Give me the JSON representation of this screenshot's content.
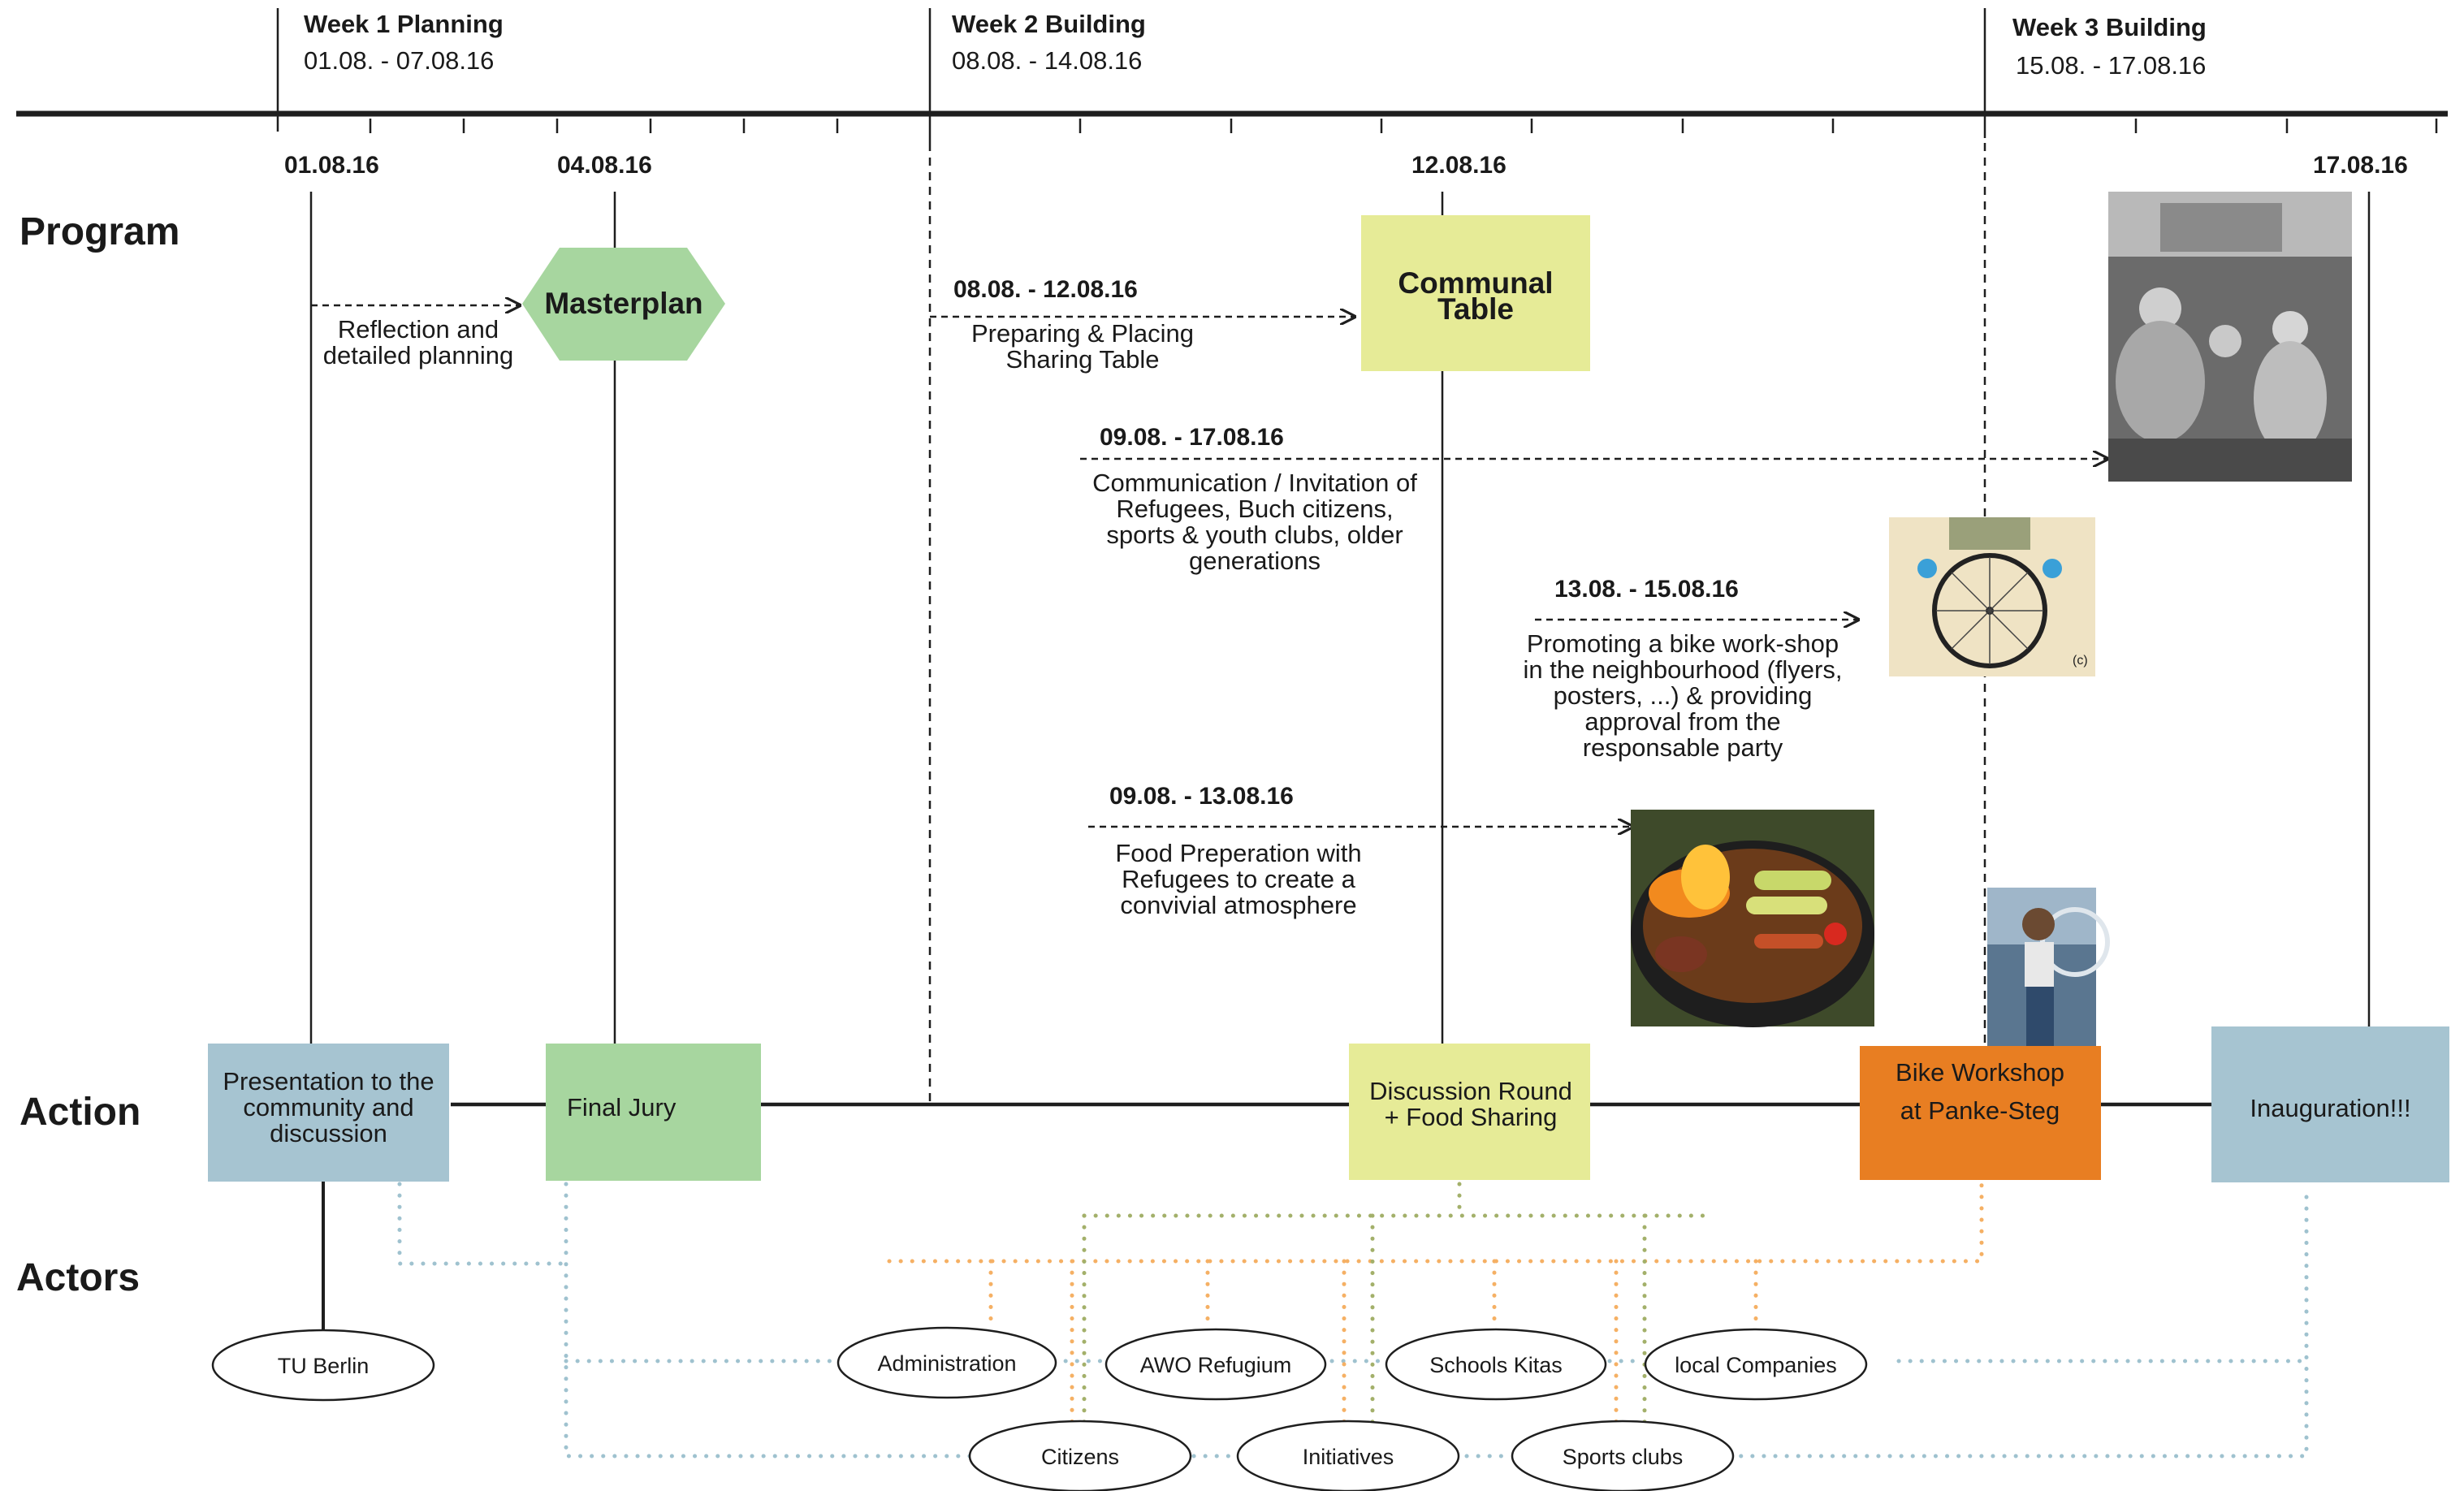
{
  "weeks": [
    {
      "title": "Week 1  Planning",
      "range": "01.08. - 07.08.16"
    },
    {
      "title": "Week 2  Building",
      "range": "08.08. - 14.08.16"
    },
    {
      "title": "Week 3  Building",
      "range": "15.08. - 17.08.16"
    }
  ],
  "dates": [
    "01.08.16",
    "04.08.16",
    "12.08.16",
    "17.08.16"
  ],
  "rows": {
    "program": "Program",
    "action": "Action",
    "actors": "Actors"
  },
  "program": {
    "reflection": "Reflection and detailed planning",
    "masterplan": "Masterplan",
    "prep_range": "08.08. - 12.08.16",
    "prep_label": "Preparing & Placing Sharing Table",
    "communal_table": "Communal Table",
    "comm_range": "09.08. - 17.08.16",
    "comm_label": "Communication / Invitation of Refugees, Buch citizens, sports & youth clubs, older generations",
    "bike_range": "13.08. - 15.08.16",
    "bike_label": "Promoting a bike work-shop in the neighbourhood (flyers, posters, ...) & providing approval from the responsable party",
    "food_range": "09.08. - 13.08.16",
    "food_label": "Food Preperation with Refugees to create a convivial atmosphere"
  },
  "actions": {
    "presentation": "Presentation to the community and discussion",
    "jury": "Final Jury",
    "discussion": "Discussion Round + Food Sharing",
    "bike_workshop": "Bike Workshop at Panke-Steg",
    "inauguration": "Inauguration!!!"
  },
  "actors": {
    "tu_berlin": "TU Berlin",
    "administration": "Administration",
    "awo": "AWO Refugium",
    "schools": "Schools Kitas",
    "companies": "local Companies",
    "citizens": "Citizens",
    "initiatives": "Initiatives",
    "sports": "Sports clubs"
  },
  "photos": {
    "p1": "photo-group",
    "p2": "photo-wheel",
    "p3": "photo-grill",
    "p4": "photo-cyclist"
  },
  "colors": {
    "masterplan": "#a7d69f",
    "jury": "#a7d69f",
    "blue_box": "#a6c4d1",
    "yellow_box": "#e6eb97",
    "orange_box": "#e87e22",
    "dot_blue": "#9fc2cf",
    "dot_orange": "#f5b064",
    "dot_green": "#a3b06a",
    "line": "#1e1e1e"
  }
}
